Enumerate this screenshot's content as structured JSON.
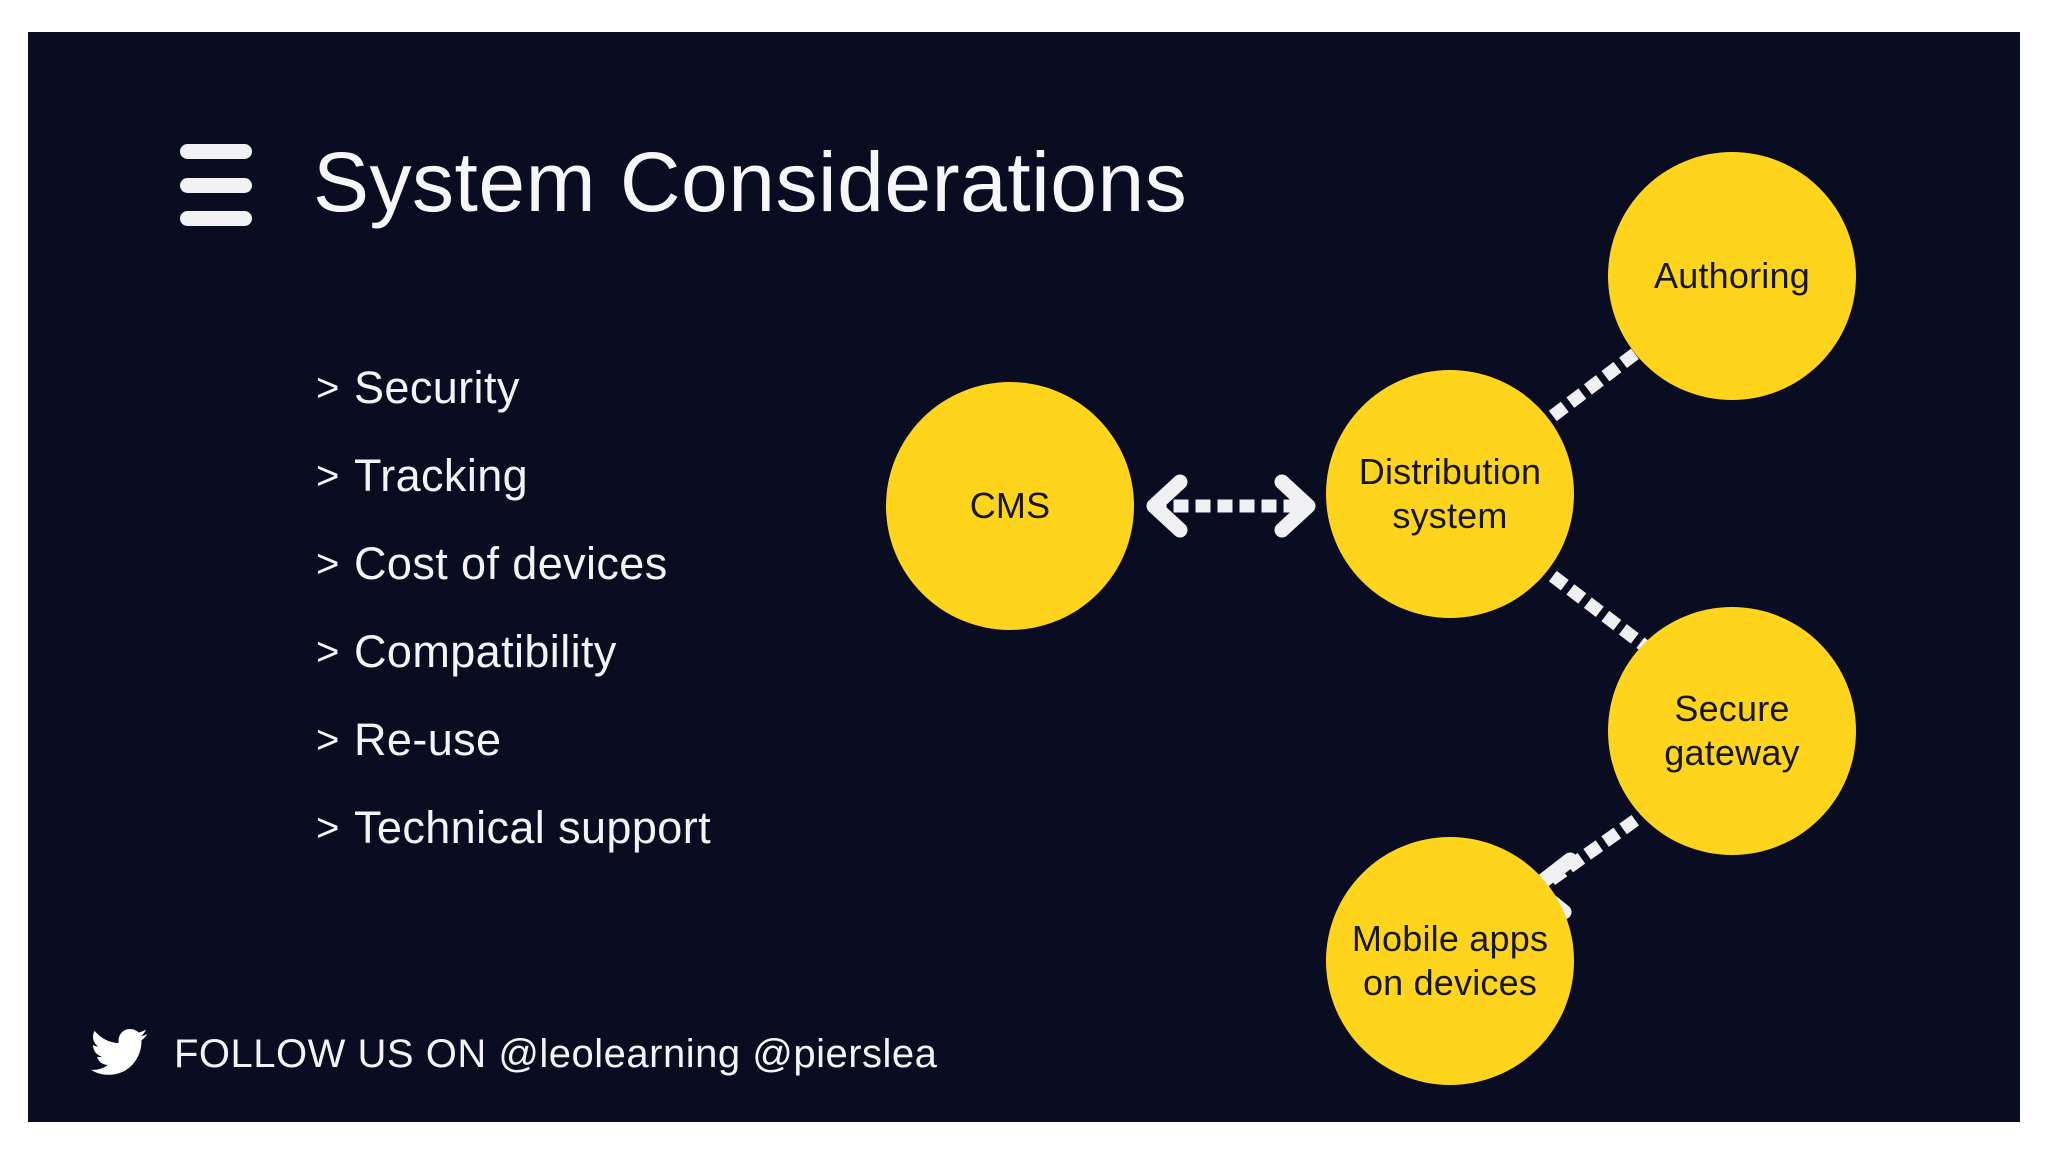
{
  "slide": {
    "title": "System Considerations",
    "background_color": "#0a0c22",
    "accent_color": "#ffd41d",
    "text_color": "#f7f7fa"
  },
  "menu_icon": {
    "name": "hamburger-menu-icon",
    "bars": 3
  },
  "bullets": {
    "marker": ">",
    "items": [
      {
        "label": "Security"
      },
      {
        "label": "Tracking"
      },
      {
        "label": "Cost of devices"
      },
      {
        "label": "Compatibility"
      },
      {
        "label": "Re-use"
      },
      {
        "label": "Technical support"
      }
    ]
  },
  "diagram": {
    "type": "node-link",
    "nodes": [
      {
        "id": "cms",
        "label": "CMS",
        "lines": [
          "CMS"
        ]
      },
      {
        "id": "dist",
        "label": "Distribution system",
        "lines": [
          "Distribution",
          "system"
        ]
      },
      {
        "id": "authoring",
        "label": "Authoring",
        "lines": [
          "Authoring"
        ]
      },
      {
        "id": "secure",
        "label": "Secure gateway",
        "lines": [
          "Secure",
          "gateway"
        ]
      },
      {
        "id": "mobile",
        "label": "Mobile apps on devices",
        "lines": [
          "Mobile apps",
          "on devices"
        ]
      }
    ],
    "connections": [
      {
        "from": "cms",
        "to": "dist",
        "style": "dotted",
        "arrows": "both"
      },
      {
        "from": "authoring",
        "to": "dist",
        "style": "dotted",
        "arrows": "none"
      },
      {
        "from": "dist",
        "to": "secure",
        "style": "dotted",
        "arrows": "none"
      },
      {
        "from": "secure",
        "to": "mobile",
        "style": "dotted",
        "arrows": "to"
      }
    ]
  },
  "footer": {
    "icon": "twitter-bird-icon",
    "call_to_action": "FOLLOW US ON",
    "handles": "@leolearning @pierslea",
    "text": "FOLLOW US ON  @leolearning @pierslea"
  }
}
